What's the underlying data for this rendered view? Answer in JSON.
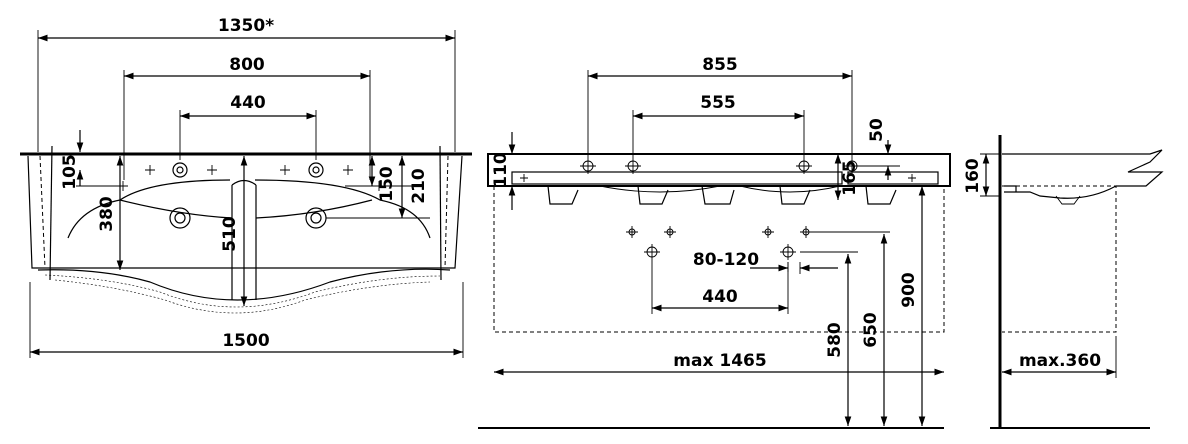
{
  "colors": {
    "ink": "#000000",
    "paper": "#ffffff"
  },
  "front_view": {
    "overall_width": "1350*",
    "tap_spacing": "800",
    "drain_spacing": "440",
    "rim_height": "105",
    "bowl_depth": "380",
    "total_depth": "510",
    "back_offset": "150",
    "drain_height": "210",
    "max_width": "1500"
  },
  "side_view": {
    "bracket_spacing": "855",
    "inner_spacing": "555",
    "top_offset": "50",
    "rim_height": "110",
    "frame_height": "165",
    "drain_range": "80-120",
    "drain_spacing": "440",
    "max_width": "max 1465",
    "h_580": "580",
    "h_650": "650",
    "h_900": "900"
  },
  "profile_view": {
    "height": "160",
    "max_depth": "max.360"
  }
}
